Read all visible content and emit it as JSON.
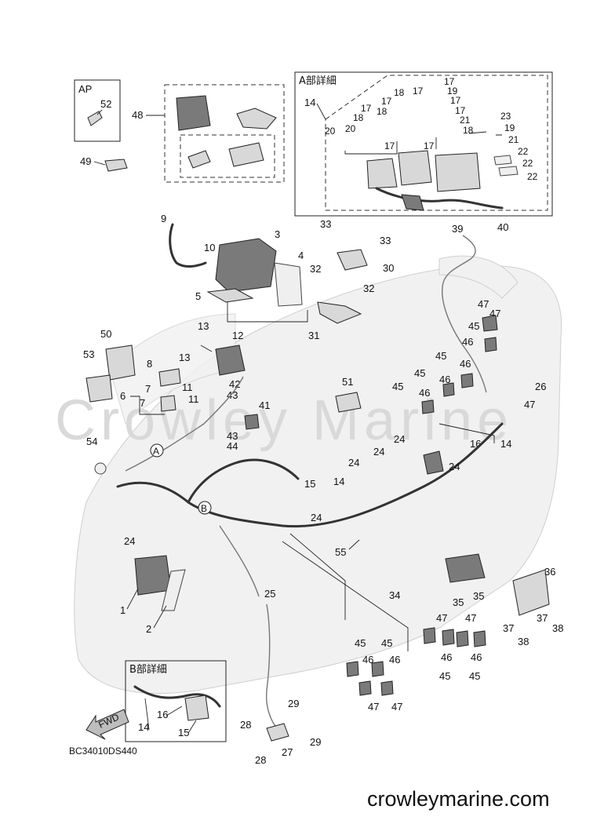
{
  "diagram_code": "BC34010DS440",
  "website": "crowleymarine.com",
  "watermark": "Crowley Marine",
  "detail_a_title": "A部詳細",
  "detail_b_title": "B部詳細",
  "detail_a_marker": "A",
  "detail_b_marker": "B",
  "ap_box_label": "AP",
  "fwd_arrow": "FWD",
  "labels": {
    "n1": "1",
    "n2": "2",
    "n3": "3",
    "n4": "4",
    "n5": "5",
    "n6": "6",
    "n7": "7",
    "n8": "8",
    "n9": "9",
    "n10": "10",
    "n11": "11",
    "n12": "12",
    "n13": "13",
    "n14": "14",
    "n15": "15",
    "n16": "16",
    "n17": "17",
    "n18": "18",
    "n19": "19",
    "n20": "20",
    "n21": "21",
    "n22": "22",
    "n23": "23",
    "n24": "24",
    "n25": "25",
    "n26": "26",
    "n27": "27",
    "n28": "28",
    "n29": "29",
    "n30": "30",
    "n31": "31",
    "n32": "32",
    "n33": "33",
    "n34": "34",
    "n35": "35",
    "n36": "36",
    "n37": "37",
    "n38": "38",
    "n39": "39",
    "n40": "40",
    "n41": "41",
    "n42": "42",
    "n43": "43",
    "n44": "44",
    "n45": "45",
    "n46": "46",
    "n47": "47",
    "n48": "48",
    "n49": "49",
    "n50": "50",
    "n51": "51",
    "n52": "52",
    "n53": "53",
    "n54": "54",
    "n55": "55"
  }
}
